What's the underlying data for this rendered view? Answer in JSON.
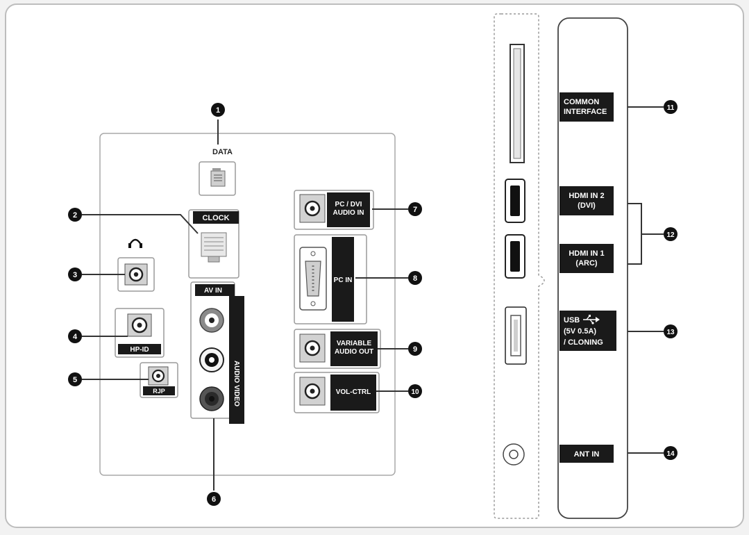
{
  "callouts": [
    "1",
    "2",
    "3",
    "4",
    "5",
    "6",
    "7",
    "8",
    "9",
    "10",
    "11",
    "12",
    "13",
    "14"
  ],
  "labels": {
    "data": "DATA",
    "clock": "CLOCK",
    "hp_id": "HP-ID",
    "rjp": "RJP",
    "av_in": "AV IN",
    "av_side": "AUDIO VIDEO",
    "pc_dvi_1": "PC / DVI",
    "pc_dvi_2": "AUDIO IN",
    "pc_in": "PC IN",
    "var_1": "VARIABLE",
    "var_2": "AUDIO OUT",
    "vol_ctrl": "VOL-CTRL",
    "ci_1": "COMMON",
    "ci_2": "INTERFACE",
    "hdmi2_1": "HDMI IN 2",
    "hdmi2_2": "(DVI)",
    "hdmi1_1": "HDMI IN 1",
    "hdmi1_2": "(ARC)",
    "usb_1": "USB",
    "usb_2": "(5V 0.5A)",
    "usb_3": "/ CLONING",
    "ant_in": "ANT IN"
  },
  "icons": [
    "headphone-icon",
    "usb-icon",
    "rj45-icon",
    "vga-icon"
  ]
}
